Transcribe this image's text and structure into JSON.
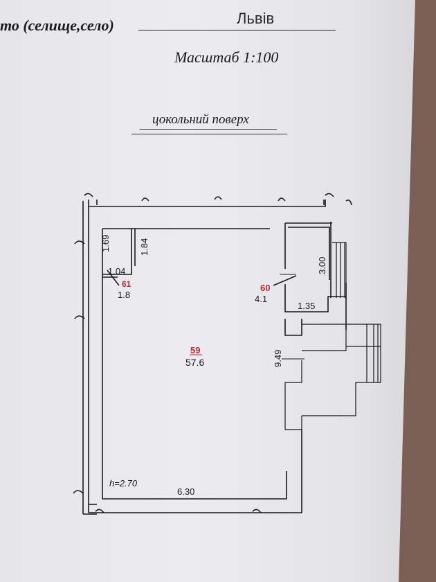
{
  "header": {
    "settlement_label": "то (селище,село)",
    "city": "Львів",
    "scale": "Масштаб 1:100",
    "floor": "цокольний поверх"
  },
  "rooms": [
    {
      "number": "59",
      "area": "57.6"
    },
    {
      "number": "60",
      "area": "4.1"
    },
    {
      "number": "61",
      "area": "1.8"
    }
  ],
  "dimensions": {
    "d_169": "1.69",
    "d_184": "1.84",
    "d_104": "1.04",
    "d_300": "3.00",
    "d_135": "1.35",
    "d_949": "9.49",
    "d_630": "6.30",
    "height": "h=2.70"
  }
}
